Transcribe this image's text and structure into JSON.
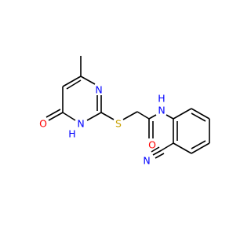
{
  "molecule": {
    "colors": {
      "bond": "#000000",
      "nitrogen": "#0000ff",
      "oxygen": "#ff0000",
      "sulfur": "#c8a000"
    },
    "atoms": [
      {
        "label": "N",
        "element": "nitrogen"
      },
      {
        "label": "N",
        "element": "nitrogen"
      },
      {
        "label": "H",
        "element": "nitrogen"
      },
      {
        "label": "O",
        "element": "oxygen"
      },
      {
        "label": "S",
        "element": "sulfur"
      },
      {
        "label": "O",
        "element": "oxygen"
      },
      {
        "label": "N",
        "element": "nitrogen"
      },
      {
        "label": "H",
        "element": "nitrogen"
      },
      {
        "label": "N",
        "element": "nitrogen"
      }
    ]
  }
}
